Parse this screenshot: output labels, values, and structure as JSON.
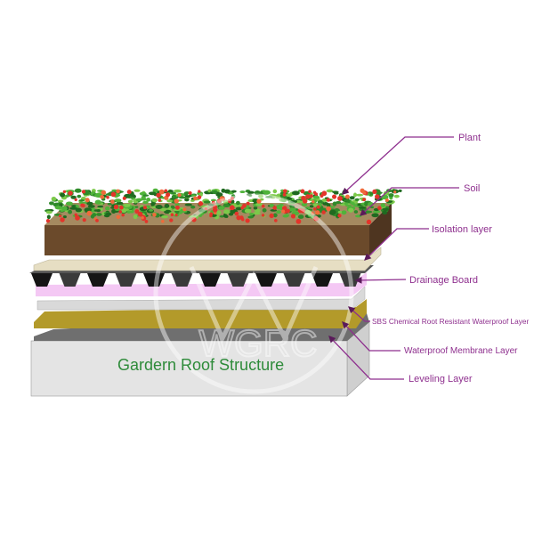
{
  "title": "Gardern Roof Structure",
  "watermark": "WGRC",
  "colors": {
    "leader": "#8e2f8e",
    "title": "#2e8b3a",
    "soil": "#6b4a2b",
    "isolation": "#e4dcc0",
    "drainage": "#1e1e1e",
    "filter": "#f3c6f3",
    "sbs": "#b39a2a",
    "membrane": "#6e6e6e",
    "base": "#e2e2e2"
  },
  "labels": [
    {
      "text": "Plant"
    },
    {
      "text": "Soil"
    },
    {
      "text": "Isolation layer"
    },
    {
      "text": "Drainage Board"
    },
    {
      "text": "SBS Chemical Root Resistant Waterproof Layer"
    },
    {
      "text": "Waterproof Membrane Layer"
    },
    {
      "text": "Leveling Layer"
    }
  ]
}
